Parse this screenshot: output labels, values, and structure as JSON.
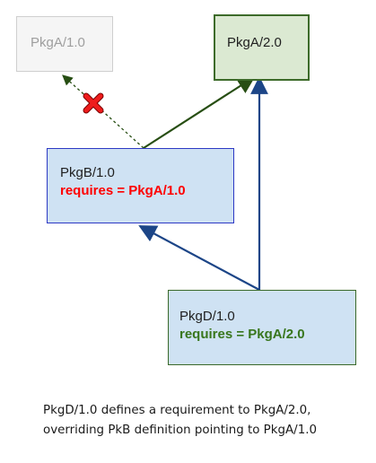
{
  "nodes": {
    "pkgA_v1": {
      "name": "PkgA/1.0"
    },
    "pkgA_v2": {
      "name": "PkgA/2.0"
    },
    "pkgB": {
      "name": "PkgB/1.0",
      "requirement": "requires = PkgA/1.0"
    },
    "pkgD": {
      "name": "PkgD/1.0",
      "requirement": "requires = PkgA/2.0"
    }
  },
  "caption": {
    "line1": "PkgD/1.0  defines a requirement to PkgA/2.0,",
    "line2": "overriding PkB definition pointing to PkgA/1.0"
  },
  "colors": {
    "green_edge": "#274e13",
    "blue_edge": "#1c4587",
    "override_mark": "#ee1c1c",
    "requirement_b": "#ff0000",
    "requirement_d": "#38761d"
  },
  "icons": {
    "override_mark": "red-x-icon"
  }
}
